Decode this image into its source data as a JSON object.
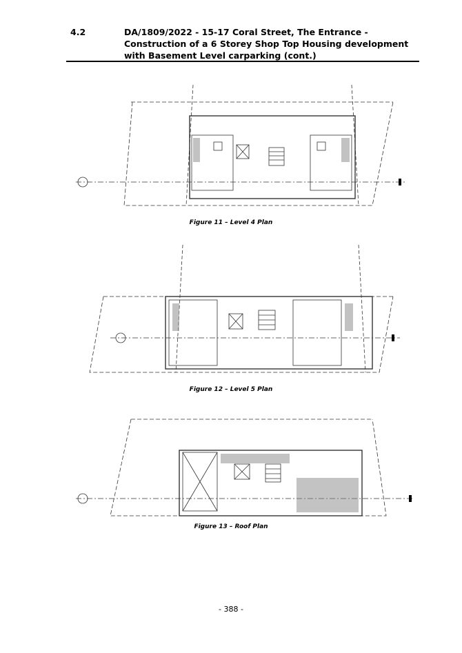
{
  "header": {
    "number": "4.2",
    "title": "DA/1809/2022 - 15-17 Coral Street, The Entrance - Construction of a 6 Storey Shop Top Housing development with Basement Level carparking (cont.)"
  },
  "figures": [
    {
      "caption": "Figure 11 – Level 4 Plan"
    },
    {
      "caption": "Figure 12 – Level 5 Plan"
    },
    {
      "caption": "Figure 13 – Roof Plan"
    }
  ],
  "page_number": "- 388 -"
}
